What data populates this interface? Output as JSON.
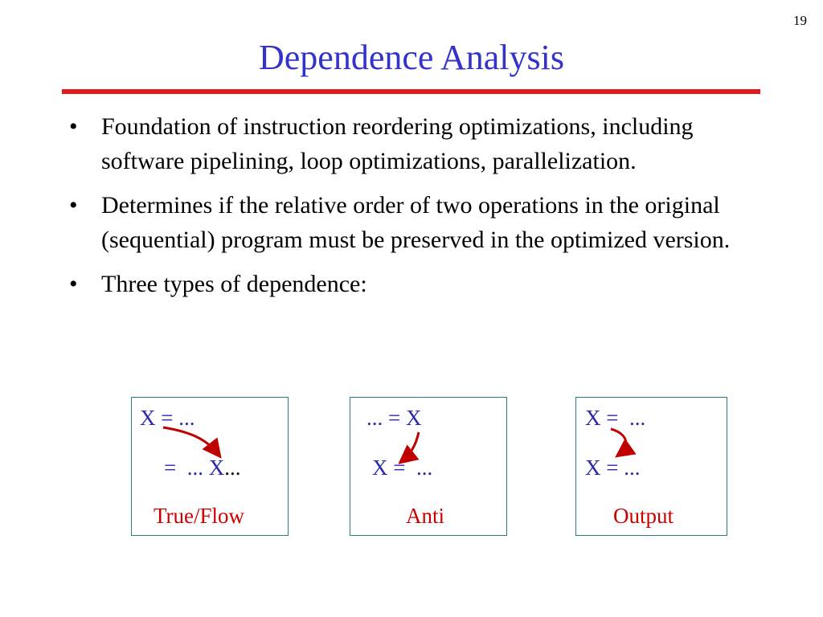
{
  "slide": {
    "page_number": "19",
    "title": "Dependence Analysis"
  },
  "bullets": [
    {
      "text": "Foundation of instruction reordering optimizations, including software pipelining, loop optimizations, parallelization."
    },
    {
      "text": "Determines if the relative order of two operations in the original (sequential) program must be preserved in the optimized version."
    },
    {
      "text": "Three types of dependence:"
    }
  ],
  "bullet_symbol": "•",
  "boxes": {
    "true_flow": {
      "line1": "X = ...",
      "line2_prefix": "=  ... X",
      "line2_suffix": "...",
      "caption": "True/Flow"
    },
    "anti": {
      "line1": "... = X",
      "line2": "X =  ...",
      "caption": "Anti"
    },
    "output": {
      "line1": "X =  ...",
      "line2": "X = ...",
      "caption": "Output"
    }
  },
  "colors": {
    "title": "#3333cc",
    "rule": "#e01b1b",
    "box_border": "#2a7b7b",
    "code_text": "#2a2aaa",
    "caption": "#cc0000",
    "arrow": "#c00000"
  }
}
